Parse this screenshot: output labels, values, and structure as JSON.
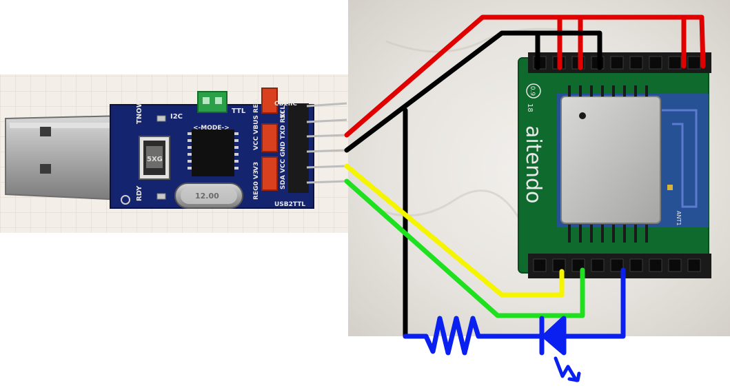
{
  "usb_adapter": {
    "silk_txd_led": "TNOW",
    "silk_rdy_led": "RDY",
    "silk_i2c": "I2C",
    "silk_ttl": "TTL",
    "silk_mode": "<-MODE->",
    "silk_fuse": "5XG",
    "silk_crystal": "12.00",
    "silk_row1": "VCC VBUS REG",
    "silk_row2": "V3",
    "silk_row3": "REG0 V3",
    "silk_pins_a": "SCL",
    "silk_pins_b": "SDA VCC GND TXD RXI",
    "silk_top": "CB2IIC",
    "silk_bottom": "USB2TTL"
  },
  "module_board": {
    "brand": "aitendo",
    "version_top": "0.9",
    "version_bottom": "18",
    "antenna_label": "ANT1"
  },
  "colors": {
    "vcc": "#e00000",
    "gnd": "#000000",
    "tx": "#f5f500",
    "rx": "#1ee01e",
    "led": "#0a20f0",
    "pcb_blue": "#15246e",
    "pcb_green": "#0f6b2d",
    "header": "#1a1a1a",
    "jumper_red": "#d8401e",
    "jumper_green": "#2aa048"
  }
}
